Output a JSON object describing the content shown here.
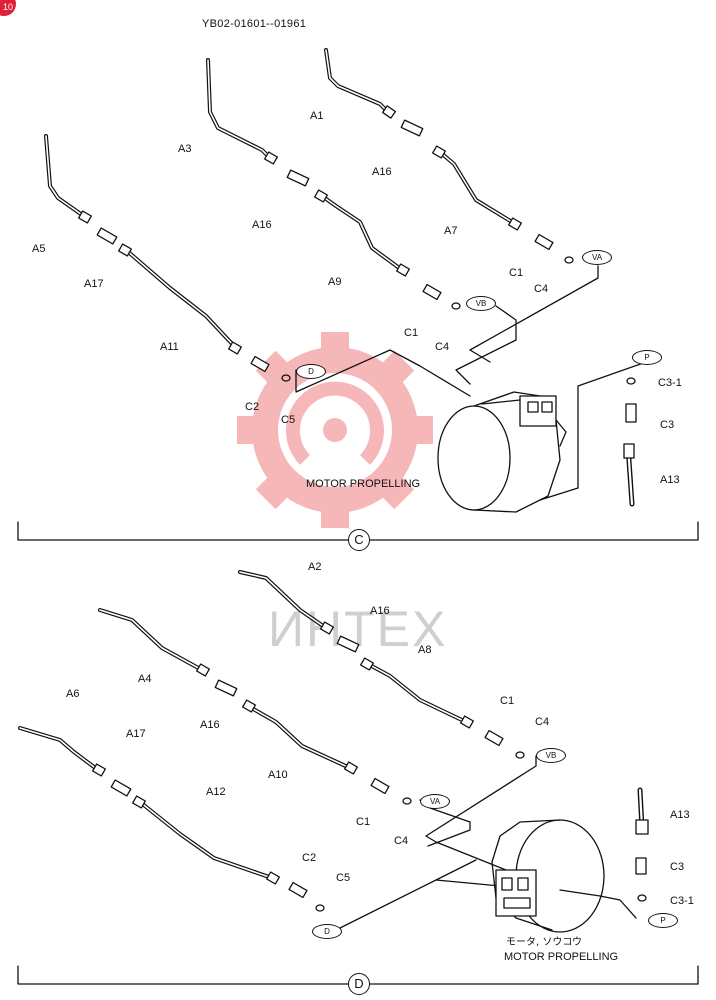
{
  "corner_badge": {
    "text": "10",
    "color": "#e0203a"
  },
  "header": {
    "serial_range": "YB02-01601--01961"
  },
  "watermark": {
    "text": "ИНТЕХ",
    "gear_color": "#f6b7b9",
    "text_color": "#cfcfcf"
  },
  "section_c": {
    "marker": "C",
    "caption": "MOTOR PROPELLING",
    "ports": {
      "va": "VA",
      "vb": "VB",
      "d": "D",
      "p": "P"
    },
    "parts": {
      "a1": "A1",
      "a3": "A3",
      "a5": "A5",
      "a7": "A7",
      "a9": "A9",
      "a11": "A11",
      "a13": "A13",
      "a16_upper": "A16",
      "a16_lower": "A16",
      "a17": "A17",
      "c1_upper": "C1",
      "c1_lower": "C1",
      "c4_upper": "C4",
      "c4_lower": "C4",
      "c2": "C2",
      "c5": "C5",
      "c3": "C3",
      "c3_1": "C3-1"
    }
  },
  "section_d": {
    "marker": "D",
    "caption_jp": "モータ, ソウコウ",
    "caption": "MOTOR PROPELLING",
    "ports": {
      "va": "VA",
      "vb": "VB",
      "d": "D",
      "p": "P"
    },
    "parts": {
      "a2": "A2",
      "a4": "A4",
      "a6": "A6",
      "a8": "A8",
      "a10": "A10",
      "a12": "A12",
      "a13": "A13",
      "a16_upper": "A16",
      "a16_lower": "A16",
      "a17": "A17",
      "c1_upper": "C1",
      "c1_lower": "C1",
      "c4_upper": "C4",
      "c4_lower": "C4",
      "c2": "C2",
      "c5": "C5",
      "c3": "C3",
      "c3_1": "C3-1"
    }
  }
}
